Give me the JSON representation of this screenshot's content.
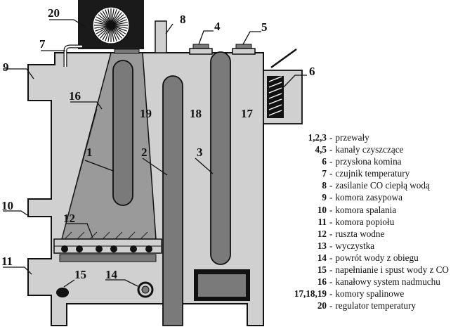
{
  "callouts": [
    {
      "id": "20",
      "label": "20"
    },
    {
      "id": "8",
      "label": "8"
    },
    {
      "id": "4",
      "label": "4"
    },
    {
      "id": "5",
      "label": "5"
    },
    {
      "id": "7",
      "label": "7"
    },
    {
      "id": "9",
      "label": "9"
    },
    {
      "id": "6",
      "label": "6"
    },
    {
      "id": "16",
      "label": "16"
    },
    {
      "id": "19",
      "label": "19"
    },
    {
      "id": "18",
      "label": "18"
    },
    {
      "id": "17",
      "label": "17"
    },
    {
      "id": "1",
      "label": "1"
    },
    {
      "id": "2",
      "label": "2"
    },
    {
      "id": "3",
      "label": "3"
    },
    {
      "id": "10",
      "label": "10"
    },
    {
      "id": "12",
      "label": "12"
    },
    {
      "id": "11",
      "label": "11"
    },
    {
      "id": "15",
      "label": "15"
    },
    {
      "id": "14",
      "label": "14"
    }
  ],
  "legend": [
    {
      "key": "1,2,3",
      "text": "przewały"
    },
    {
      "key": "4,5",
      "text": "kanały czyszczące"
    },
    {
      "key": "6",
      "text": "przysłona komina"
    },
    {
      "key": "7",
      "text": "czujnik temperatury"
    },
    {
      "key": "8",
      "text": "zasilanie CO ciepłą wodą"
    },
    {
      "key": "9",
      "text": "komora zasypowa"
    },
    {
      "key": "10",
      "text": "komora spalania"
    },
    {
      "key": "11",
      "text": "komora popiołu"
    },
    {
      "key": "12",
      "text": "ruszta wodne"
    },
    {
      "key": "13",
      "text": "wyczystka"
    },
    {
      "key": "14",
      "text": "powrót wody z obiegu"
    },
    {
      "key": "15",
      "text": "napełnianie i spust wody z CO"
    },
    {
      "key": "16",
      "text": "kanałowy system nadmuchu"
    },
    {
      "key": "17,18,19",
      "text": "komory spalinowe"
    },
    {
      "key": "20",
      "text": "regulator temperatury"
    }
  ],
  "colors": {
    "body": "#d0d0d0",
    "tube": "#7a7a7a",
    "firebox": "#9a9a9a",
    "outline": "#111111",
    "fan_box": "#1a1a1a"
  }
}
